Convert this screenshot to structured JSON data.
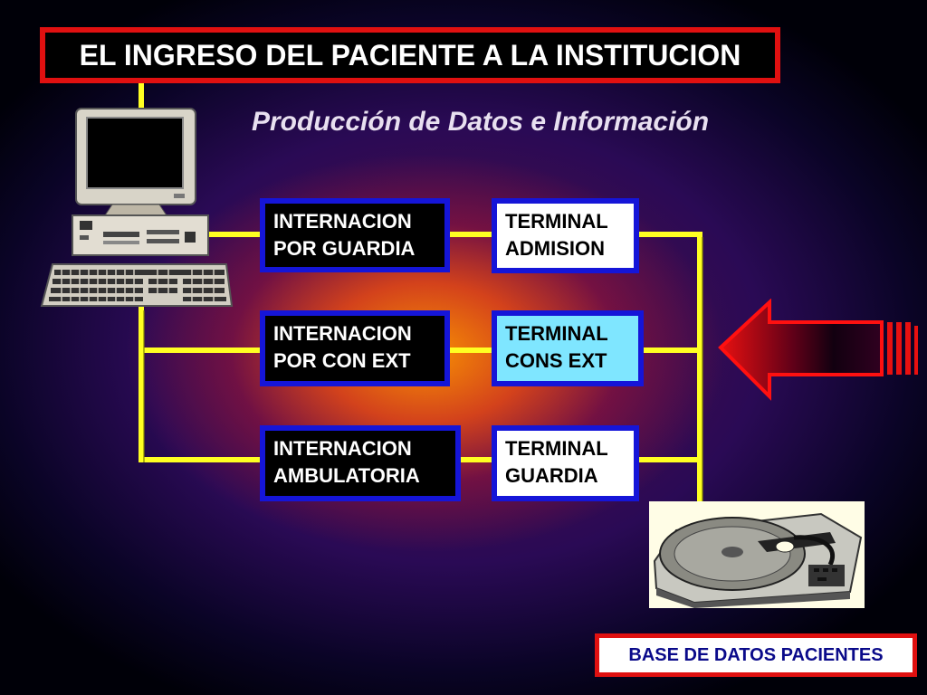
{
  "slide": {
    "title": "EL INGRESO DEL PACIENTE A LA INSTITUCION",
    "subtitle": "Producción de Datos e Información"
  },
  "left_boxes": [
    {
      "line1": "INTERNACION",
      "line2": "POR GUARDIA"
    },
    {
      "line1": "INTERNACION",
      "line2": "POR CON EXT"
    },
    {
      "line1": "INTERNACION",
      "line2": "AMBULATORIA"
    }
  ],
  "right_boxes": [
    {
      "line1": "TERMINAL",
      "line2": "ADMISION"
    },
    {
      "line1": "TERMINAL",
      "line2": "CONS  EXT"
    },
    {
      "line1": "TERMINAL",
      "line2": "GUARDIA"
    }
  ],
  "database_label": "BASE DE DATOS PACIENTES",
  "icons": {
    "computer": "desktop-computer-icon",
    "disk": "hard-disk-icon",
    "arrow": "left-arrow-icon"
  },
  "colors": {
    "title_border": "#e01010",
    "box_border": "#1515d8",
    "connector": "#ffff22",
    "highlight_terminal": "#7fe6ff",
    "arrow": "#e01010"
  }
}
